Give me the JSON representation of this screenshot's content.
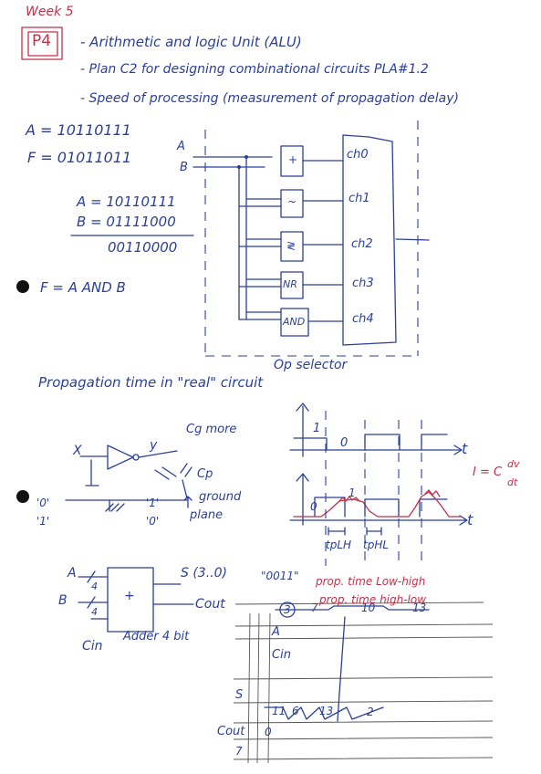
{
  "header": {
    "week": "Week 5",
    "tag": "P4",
    "bullets": [
      "- Arithmetic and logic Unit (ALU)",
      "- Plan C2 for designing combinational circuits PLA#1.2",
      "- Speed of processing (measurement of propagation delay)"
    ]
  },
  "example": {
    "A": "A = 10110111",
    "F": "F = 01011011",
    "op_A": "A = 10110111",
    "op_B": "B = 01111000",
    "result": "00110000",
    "conclusion": "F = A AND B"
  },
  "alu": {
    "in_a": "A",
    "in_b": "B",
    "blocks": [
      "+",
      "~",
      "≷",
      "NR",
      "AND"
    ],
    "channels": [
      "ch0",
      "ch1",
      "ch2",
      "ch3",
      "ch4"
    ],
    "selector": "Op selector"
  },
  "propagation": {
    "title": "Propagation time in \"real\" circuit",
    "x": "X",
    "y": "y",
    "cg_more": "Cg more",
    "cp": "Cp",
    "ground": "ground",
    "plane": "plane",
    "in_low": "'0'",
    "in_high": "'1'",
    "out_high": "'1'",
    "out_low": "'0'",
    "level1": "1",
    "level0": "0",
    "t_axis": "t",
    "t_axis2": "t",
    "tplh": "tpLH",
    "tphl": "tpHL",
    "formula_lhs": "I = C",
    "formula_num": "dv",
    "formula_den": "dt",
    "real0": "0",
    "real1": "1"
  },
  "adder": {
    "a": "A",
    "b": "B",
    "bw_a": "4",
    "bw_b": "4",
    "plus": "+",
    "s": "S (3..0)",
    "cout": "Cout",
    "cin": "Cin",
    "label": "Adder 4 bit"
  },
  "timing": {
    "quote": "\"0011\"",
    "note1": "prop. time Low-high",
    "note2": "prop. time high-low",
    "rows": [
      "A",
      "Cin",
      "S",
      "Cout",
      "7"
    ],
    "a_values": [
      "3",
      "7",
      "10",
      "13"
    ],
    "s_values": [
      "11",
      "6",
      "13",
      "2"
    ],
    "cout_value": "0"
  }
}
